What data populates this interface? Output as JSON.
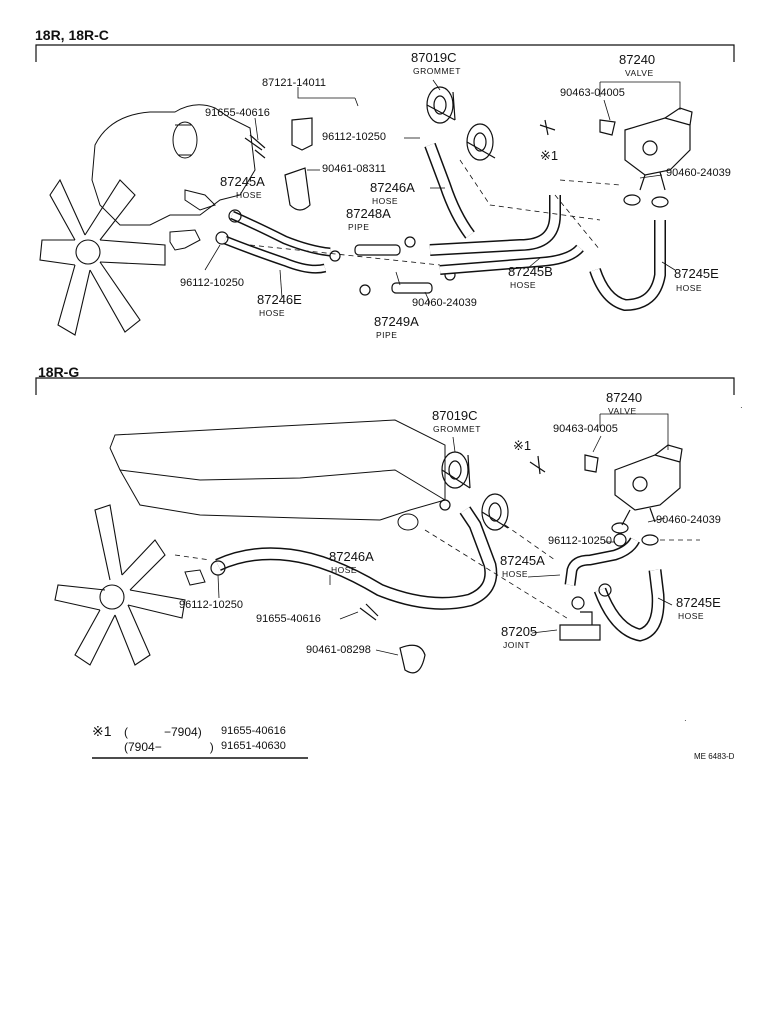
{
  "sections": {
    "top": {
      "title": "18R, 18R-C"
    },
    "bottom": {
      "title": "18R-G"
    }
  },
  "top_labels": {
    "p87019c": "87019C",
    "p87019c_sub": "GROMMET",
    "p87240": "87240",
    "p87240_sub": "VALVE",
    "p87121": "87121-14011",
    "p91655": "91655-40616",
    "p90463": "90463-04005",
    "p96112a": "96112-10250",
    "ref1": "※1",
    "p90461": "90461-08311",
    "p87246a": "87246A",
    "p87246a_sub": "HOSE",
    "p87245a": "87245A",
    "p87245a_sub": "HOSE",
    "p87248a": "87248A",
    "p87248a_sub": "PIPE",
    "p90460a": "90460-24039",
    "p96112b": "96112-10250",
    "p87245b": "87245B",
    "p87245b_sub": "HOSE",
    "p87245e": "87245E",
    "p87245e_sub": "HOSE",
    "p87246e": "87246E",
    "p87246e_sub": "HOSE",
    "p90460b": "90460-24039",
    "p87249a": "87249A",
    "p87249a_sub": "PIPE"
  },
  "bottom_labels": {
    "p87019c": "87019C",
    "p87019c_sub": "GROMMET",
    "p87240": "87240",
    "p87240_sub": "VALVE",
    "ref1": "※1",
    "p90463": "90463-04005",
    "p87246a": "87246A",
    "p87246a_sub": "HOSE",
    "p96112a": "96112-10250",
    "p90460": "90460-24039",
    "p87245a": "87245A",
    "p87245a_sub": "HOSE",
    "p87245e": "87245E",
    "p87245e_sub": "HOSE",
    "p96112b": "96112-10250",
    "p91655": "91655-40616",
    "p87205": "87205",
    "p87205_sub": "JOINT",
    "p90461": "90461-08298"
  },
  "footnote": {
    "mark": "※1",
    "row1_range": "(　　　−7904)",
    "row1_part": "91655-40616",
    "row2_range": "(7904−　　　　)",
    "row2_part": "91651-40630"
  },
  "code": "ME 6483-D"
}
